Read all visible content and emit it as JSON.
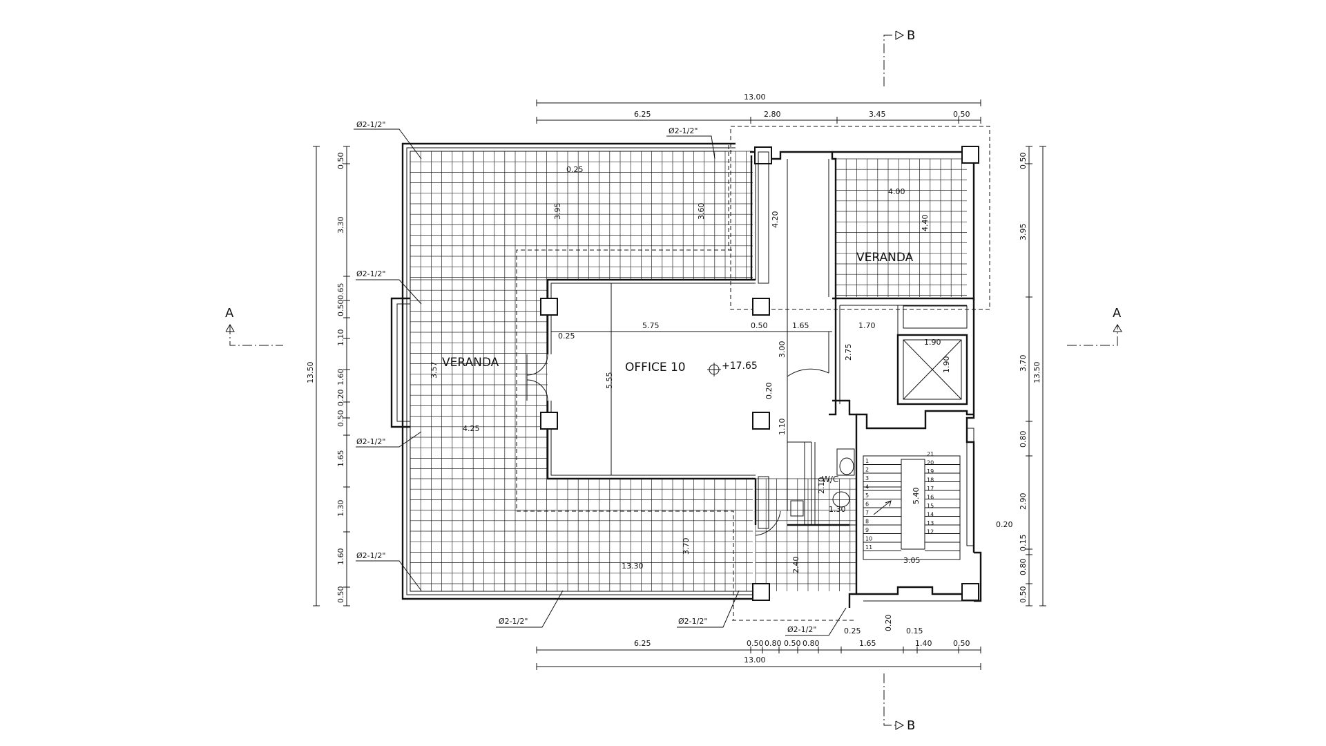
{
  "rooms": {
    "office": "OFFICE 10",
    "elevation": "+17.65",
    "veranda_left": "VERANDA",
    "veranda_right": "VERANDA",
    "wc": "W/C"
  },
  "sections": {
    "a": "A",
    "b": "B"
  },
  "drain_label": "Ø2-1/2\"",
  "dimensions": {
    "top_total": "13.00",
    "top_segments": [
      "6.25",
      "2.80",
      "3.45",
      "0.50"
    ],
    "bottom_total": "13.00",
    "bottom_segments": [
      "6.25",
      "0.50",
      "0.80",
      "0.50",
      "0.80",
      "0.25",
      "1.65",
      "0.15",
      "1.40",
      "0.50"
    ],
    "left_total": "13.50",
    "left_segments": [
      "0.50",
      "3.30",
      "0.65",
      "0.50",
      "1.10",
      "1.60",
      "0.20",
      "0.50",
      "1.65",
      "1.30",
      "1.60",
      "0.50"
    ],
    "right_total": "13.50",
    "right_segments": [
      "0.50",
      "3.95",
      "3.70",
      "0.80",
      "2.90",
      "0.15",
      "0.80",
      "0.50"
    ],
    "interior": {
      "d_0_25_top": "0.25",
      "d_3_95": "3.95",
      "d_3_60": "3.60",
      "d_4_20": "4.20",
      "d_4_00": "4.00",
      "d_4_40": "4.40",
      "d_0_25_mid": "0.25",
      "d_5_75": "5.75",
      "d_0_50": "0.50",
      "d_1_65": "1.65",
      "d_1_70": "1.70",
      "d_1_90_h": "1.90",
      "d_1_90_v": "1.90",
      "d_2_75": "2.75",
      "d_3_00": "3.00",
      "d_5_55": "5.55",
      "d_3_57": "3.57",
      "d_0_20": "0.20",
      "d_1_10": "1.10",
      "d_4_25": "4.25",
      "d_2_10": "2.10",
      "d_1_30": "1.30",
      "d_5_40": "5.40",
      "d_0_20_r": "0.20",
      "d_3_05": "3.05",
      "d_13_30": "13.30",
      "d_3_70": "3.70",
      "d_2_40": "2.40",
      "d_0_20_b": "0.20"
    }
  },
  "stair_steps_left": [
    "1",
    "2",
    "3",
    "4",
    "5",
    "6",
    "7",
    "8",
    "9",
    "10",
    "11"
  ],
  "stair_steps_right": [
    "21",
    "20",
    "19",
    "18",
    "17",
    "16",
    "15",
    "14",
    "13",
    "12"
  ]
}
